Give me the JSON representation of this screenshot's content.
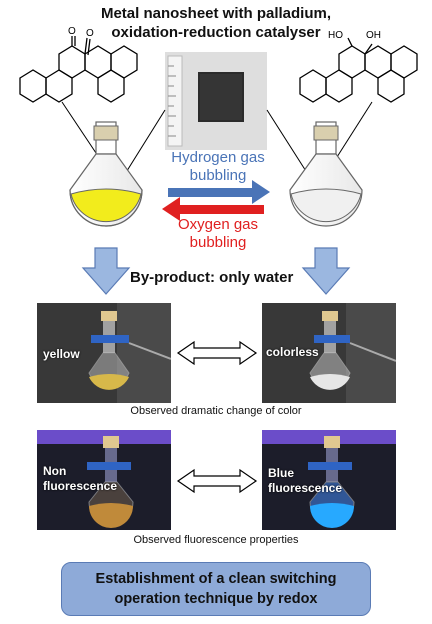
{
  "title": "Metal nanosheet with palladium,\noxidation-reduction catalyser",
  "forward_reaction": {
    "label": "Hydrogen gas\nbubbling",
    "color": "#4a74b7"
  },
  "reverse_reaction": {
    "label": "Oxygen gas\nbubbling",
    "color": "#e02020"
  },
  "byproduct": "By-product: only water",
  "quinone_label_O": "O",
  "diol_label_HO": "HO",
  "diol_label_OH": "OH",
  "color_photos": {
    "left_label": "yellow",
    "right_label": "colorless",
    "caption": "Observed dramatic change of color"
  },
  "fluorescence_photos": {
    "left_label": "Non\nfluorescence",
    "right_label": "Blue\nfluorescence",
    "caption": "Observed fluorescence properties"
  },
  "conclusion": "Establishment of a clean switching\noperation technique by redox",
  "colors": {
    "yellow_solution": "#f2ec1c",
    "accent_blue": "#9bb7e0",
    "box_fill": "#8eaad8"
  }
}
